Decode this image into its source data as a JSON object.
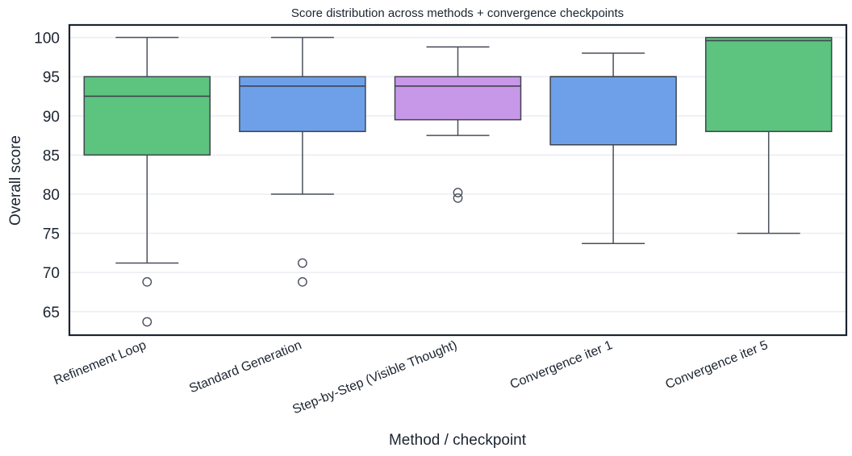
{
  "chart_data": {
    "type": "box",
    "title": "Score distribution across methods + convergence checkpoints",
    "xlabel": "Method / checkpoint",
    "ylabel": "Overall score",
    "ylim": [
      62.0,
      101.6
    ],
    "grid": true,
    "legend": "none",
    "ytick_labels": [
      "65",
      "70",
      "75",
      "80",
      "85",
      "90",
      "95",
      "100"
    ],
    "yticks": [
      65,
      70,
      75,
      80,
      85,
      90,
      95,
      100
    ],
    "categories": [
      "Refinement Loop",
      "Standard Generation",
      "Step-by-Step (Visible Thought)",
      "Convergence iter 1",
      "Convergence iter 5"
    ],
    "boxes": [
      {
        "label": "Refinement Loop",
        "color": "#5CC47F",
        "q1": 85.0,
        "median": 92.5,
        "q3": 95.0,
        "whisker_low": 71.2,
        "whisker_high": 100.0,
        "outliers": [
          68.8,
          63.7
        ]
      },
      {
        "label": "Standard Generation",
        "color": "#6DA0E8",
        "q1": 88.0,
        "median": 93.8,
        "q3": 95.0,
        "whisker_low": 80.0,
        "whisker_high": 100.0,
        "outliers": [
          71.2,
          68.8
        ]
      },
      {
        "label": "Step-by-Step (Visible Thought)",
        "color": "#C797E8",
        "q1": 89.5,
        "median": 93.8,
        "q3": 95.0,
        "whisker_low": 87.5,
        "whisker_high": 98.8,
        "outliers": [
          80.2,
          79.5
        ]
      },
      {
        "label": "Convergence iter 1",
        "color": "#6DA0E8",
        "q1": 86.3,
        "median": 95.0,
        "q3": 95.0,
        "whisker_low": 73.7,
        "whisker_high": 98.0,
        "outliers": []
      },
      {
        "label": "Convergence iter 5",
        "color": "#5CC47F",
        "q1": 88.0,
        "median": 99.6,
        "q3": 100.0,
        "whisker_low": 75.0,
        "whisker_high": 100.0,
        "outliers": []
      }
    ],
    "colors": {
      "green": "#5CC47F",
      "blue": "#6DA0E8",
      "purple": "#C797E8",
      "outline": "#3f4450",
      "grid": "#eceef4",
      "text": "#1b2430"
    }
  }
}
